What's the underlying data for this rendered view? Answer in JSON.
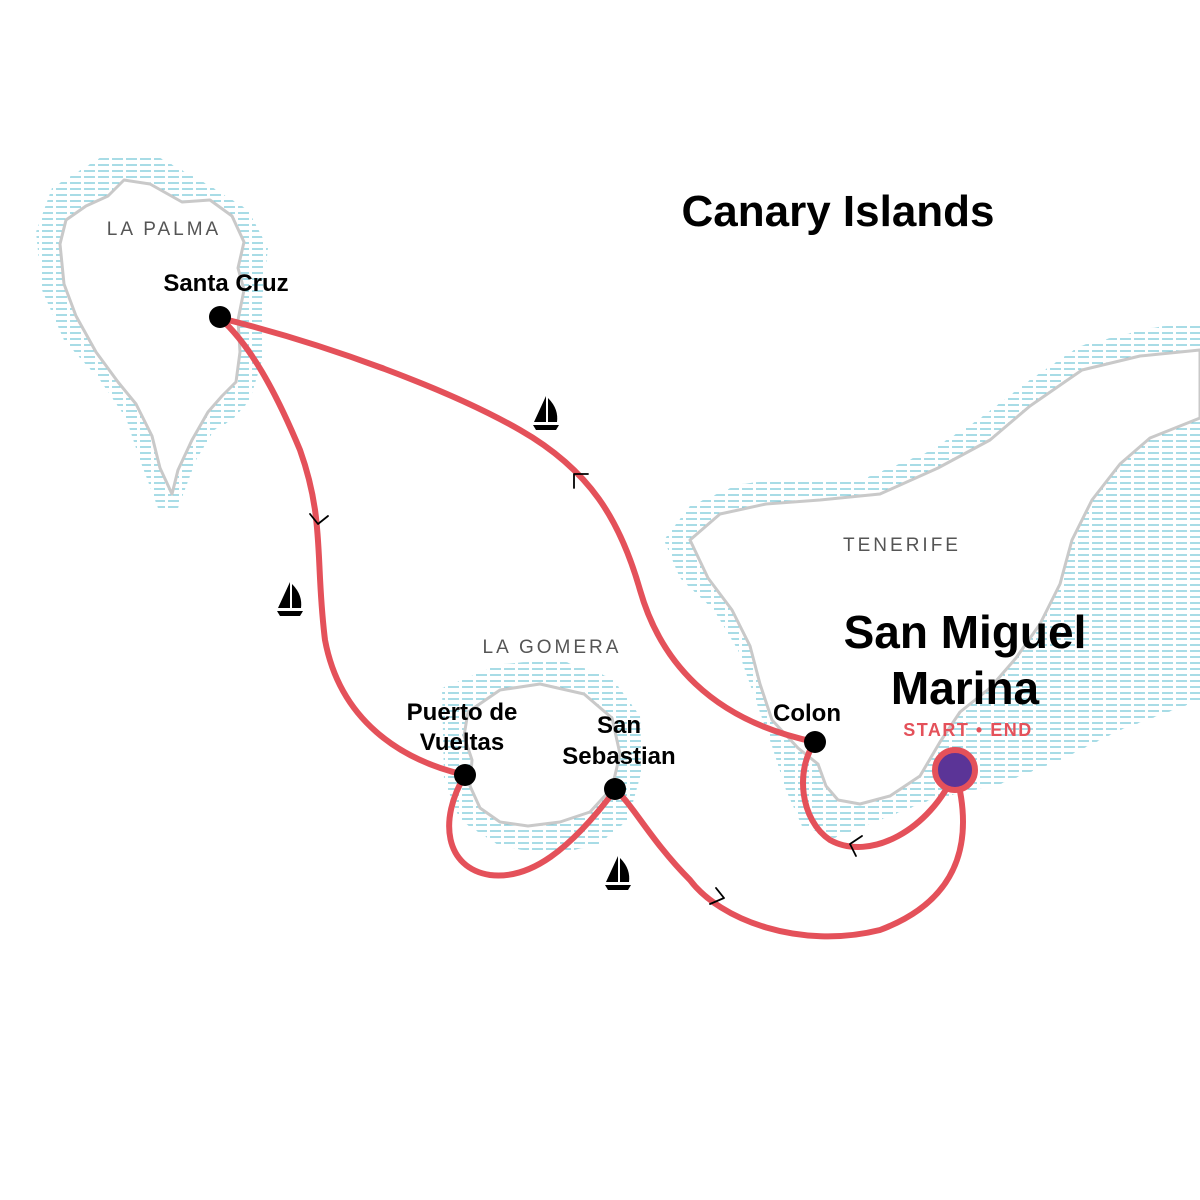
{
  "title": "Canary Islands",
  "islands": {
    "la_palma": "LA PALMA",
    "la_gomera": "LA GOMERA",
    "tenerife": "TENERIFE"
  },
  "ports": {
    "santa_cruz": "Santa Cruz",
    "colon": "Colon",
    "puerto_line1": "Puerto de",
    "puerto_line2": "Vueltas",
    "sebastian_line1": "San",
    "sebastian_line2": "Sebastian"
  },
  "start_port": {
    "line1": "San Miguel",
    "line2": "Marina",
    "tag": "START • END"
  },
  "colors": {
    "route": "#e4515a",
    "start_marker": "#5b3497",
    "stop_marker": "#000000",
    "coast": "#c9c9c9",
    "water": "#6cc4d6"
  },
  "icons": [
    "sailboat-icon",
    "direction-arrow-icon"
  ]
}
